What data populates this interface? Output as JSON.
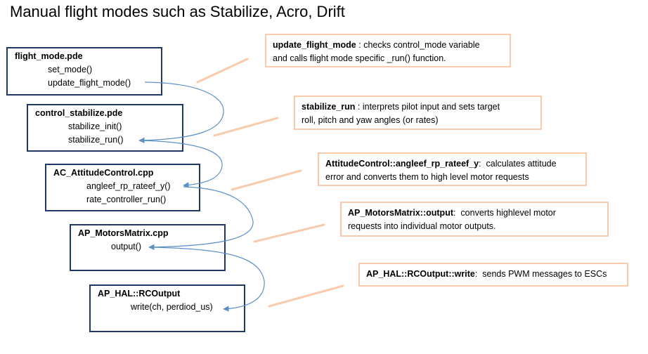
{
  "title": "Manual flight modes such as Stabilize, Acro, Drift",
  "boxes": [
    {
      "name": "flight_mode.pde",
      "functions": [
        "set_mode()",
        "update_flight_mode()"
      ]
    },
    {
      "name": "control_stabilize.pde",
      "functions": [
        "stabilize_init()",
        "stabilize_run()"
      ]
    },
    {
      "name": "AC_AttitudeControl.cpp",
      "functions": [
        "angleef_rp_rateef_y()",
        "rate_controller_run()"
      ]
    },
    {
      "name": "AP_MotorsMatrix.cpp",
      "functions": [
        "output()"
      ]
    },
    {
      "name": "AP_HAL::RCOutput",
      "functions": [
        "write(ch, perdiod_us)"
      ]
    }
  ],
  "notes": [
    {
      "term": "update_flight_mode",
      "sep": " : ",
      "text_lines": [
        "checks control_mode variable",
        "and calls flight mode specific _run() function."
      ]
    },
    {
      "term": "stabilize_run",
      "sep": " : ",
      "text_lines": [
        "interprets pilot input and sets target",
        "roll, pitch and yaw angles (or rates)"
      ]
    },
    {
      "term": "AttitudeControl::angleef_rp_rateef_y",
      "sep": ":  ",
      "text_lines": [
        "calculates attitude",
        "error and converts them to high level motor requests"
      ]
    },
    {
      "term": "AP_MotorsMatrix::output",
      "sep": ":  ",
      "text_lines": [
        "converts highlevel motor",
        "requests into individual motor outputs."
      ]
    },
    {
      "term": "AP_HAL::RCOutput::write",
      "sep": ":  ",
      "text_lines": [
        "sends PWM messages to ESCs"
      ]
    }
  ],
  "colors": {
    "box_border": "#1f3864",
    "note_border": "#f8cbad",
    "connector": "#f8cbad",
    "call_arrow": "#5b8fc9"
  }
}
